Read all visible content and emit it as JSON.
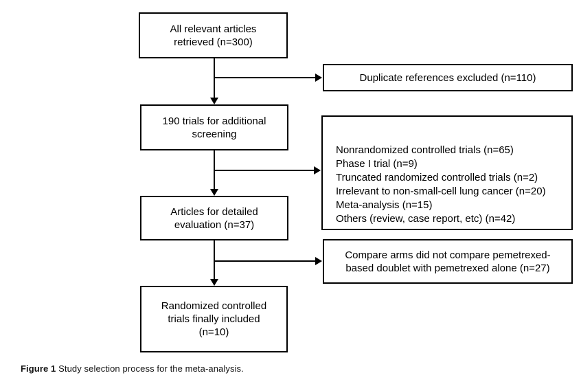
{
  "figure_caption": {
    "label": "Figure 1",
    "text": " Study selection process for the meta-analysis."
  },
  "flowchart": {
    "main_boxes": [
      {
        "id": "retrieved",
        "lines": [
          "All relevant articles",
          "retrieved (n=300)"
        ]
      },
      {
        "id": "screening",
        "lines": [
          "190 trials for additional",
          "screening"
        ]
      },
      {
        "id": "evaluation",
        "lines": [
          "Articles for detailed",
          "evaluation (n=37)"
        ]
      },
      {
        "id": "included",
        "lines": [
          "Randomized controlled",
          "trials finally included",
          "(n=10)"
        ]
      }
    ],
    "exclusion_boxes": [
      {
        "id": "duplicates",
        "lines": [
          "Duplicate references excluded (n=110)"
        ]
      },
      {
        "id": "exclusions",
        "lines": [
          "Nonrandomized controlled trials (n=65)",
          "Phase I trial (n=9)",
          "Truncated randomized controlled trials (n=2)",
          "Irrelevant to non-small-cell lung cancer (n=20)",
          "Meta-analysis (n=15)",
          "Others (review, case report, etc) (n=42)"
        ]
      },
      {
        "id": "comparator",
        "lines": [
          "Compare arms did not compare pemetrexed-",
          "based doublet with pemetrexed alone (n=27)"
        ]
      }
    ],
    "edges": [
      {
        "from": "retrieved",
        "to": "screening"
      },
      {
        "from": "retrieved",
        "to": "duplicates"
      },
      {
        "from": "screening",
        "to": "evaluation"
      },
      {
        "from": "screening",
        "to": "exclusions"
      },
      {
        "from": "evaluation",
        "to": "included"
      },
      {
        "from": "evaluation",
        "to": "comparator"
      }
    ]
  },
  "colors": {
    "line": "#000000",
    "text": "#000000",
    "background": "#ffffff"
  }
}
